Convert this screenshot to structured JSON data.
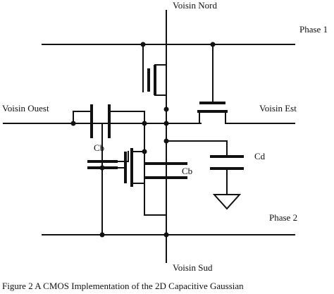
{
  "labels": {
    "top": "Voisin Nord",
    "bottom": "Voisin Sud",
    "left": "Voisin Ouest",
    "right": "Voisin Est",
    "phase1": "Phase 1",
    "phase2": "Phase 2",
    "cb_upper": "Cb",
    "cb_lower": "Cb",
    "cd": "Cd"
  },
  "caption": "Figure 2 A CMOS Implementation of the 2D Capacitive Gaussian"
}
